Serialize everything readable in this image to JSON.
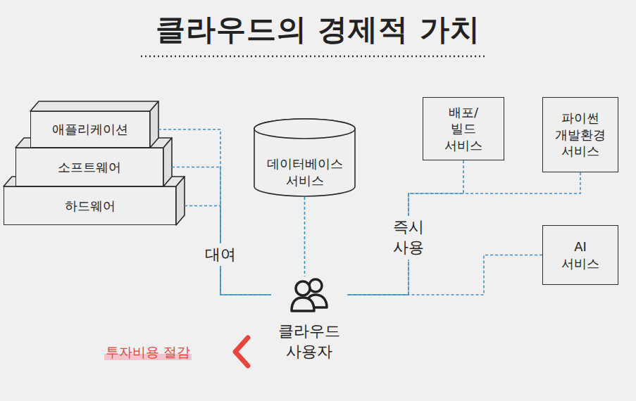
{
  "diagram": {
    "title": "클라우드의 경제적 가치",
    "nodes": [
      {
        "text": [
          "애플리케이션"
        ]
      },
      {
        "text": [
          "소프트웨어"
        ]
      },
      {
        "text": [
          "하드웨어"
        ]
      },
      {
        "text": [
          "데이터베이스 서비스"
        ]
      },
      {
        "text": [
          "배포/빌드 서비스"
        ]
      },
      {
        "text": [
          "파이썬 개발환경 서비스"
        ]
      },
      {
        "text": [
          "AI 서비스"
        ]
      },
      {
        "text": [
          "클라우드 사용자"
        ]
      }
    ],
    "edges": [
      {
        "from": 0,
        "to": 7,
        "arrow": "none"
      },
      {
        "from": 1,
        "to": 7,
        "arrow": "none"
      },
      {
        "from": 2,
        "to": 7,
        "label": "대여",
        "arrow": "none"
      },
      {
        "from": 3,
        "to": 7,
        "arrow": "none"
      },
      {
        "from": 4,
        "to": 7,
        "label": "즉시 사용",
        "arrow": "none"
      },
      {
        "from": 5,
        "to": 7,
        "arrow": "none"
      },
      {
        "from": 6,
        "to": 7,
        "arrow": "none"
      }
    ],
    "labels": [
      "투자비용 절감"
    ]
  }
}
